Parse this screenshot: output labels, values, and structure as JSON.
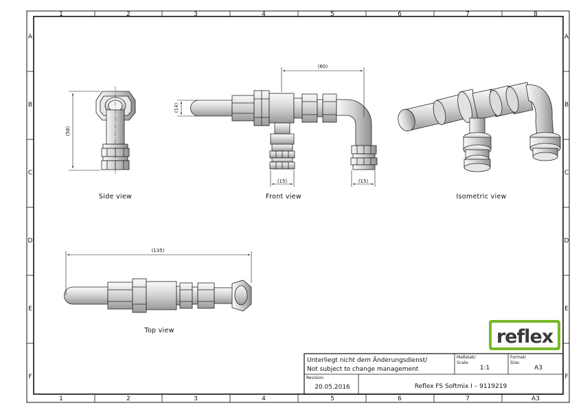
{
  "zones": {
    "columns": [
      "1",
      "2",
      "3",
      "4",
      "5",
      "6",
      "7",
      "8"
    ],
    "rows": [
      "A",
      "B",
      "C",
      "D",
      "E",
      "F"
    ],
    "bottom_last": "A3"
  },
  "views": {
    "side": "Side view",
    "front": "Front view",
    "isometric": "Isometric view",
    "top": "Top view"
  },
  "dimensions": {
    "side_height": "(58)",
    "front_width": "(60)",
    "front_height": "(14)",
    "front_left_outlet": "(15)",
    "front_right_outlet": "(15)",
    "top_length": "(135)"
  },
  "logo": {
    "text": "reflex",
    "color": "#7ab929"
  },
  "title_block": {
    "note_line1": "Unterliegt nicht dem Änderungsdienst/",
    "note_line2": "Not subject to change management",
    "scale_label_de": "Maßstab/",
    "scale_label_en": "Scale:",
    "scale_value": "1:1",
    "format_label_de": "Format/",
    "format_label_en": "Size:",
    "format_value": "A3",
    "revision_label": "Revision",
    "revision_date": "20.05.2016",
    "title": "Reflex FS Softmix I – 9119219"
  }
}
